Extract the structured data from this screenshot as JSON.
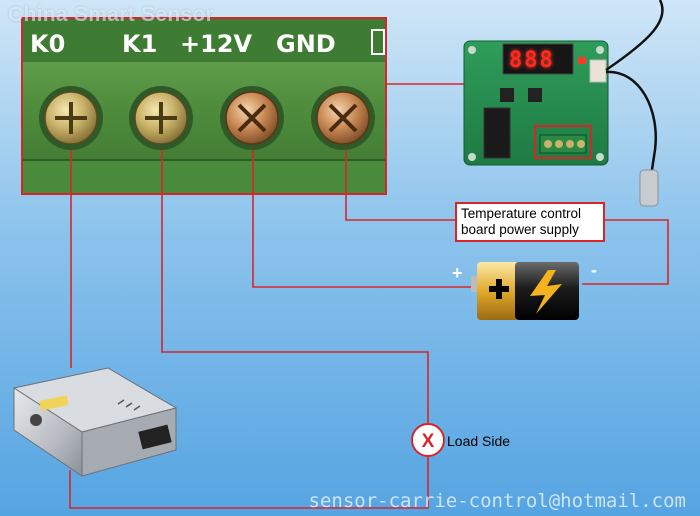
{
  "watermark": "China Smart Sensor",
  "terminals": {
    "k0": "K0",
    "k1": "K1",
    "plus12v": "+12V",
    "gnd": "GND"
  },
  "callout": {
    "line1": "Temperature control",
    "line2": "board power supply"
  },
  "battery": {
    "plus": "+",
    "minus": "-"
  },
  "load": {
    "label": "Load Side",
    "symbol": "X"
  },
  "board": {
    "display": "888"
  },
  "email": "sensor-carrie-control@hotmail.com",
  "colors": {
    "wire": "#d7262a",
    "terminal_block": "#5f9e49",
    "accent_red": "#d7262a"
  }
}
